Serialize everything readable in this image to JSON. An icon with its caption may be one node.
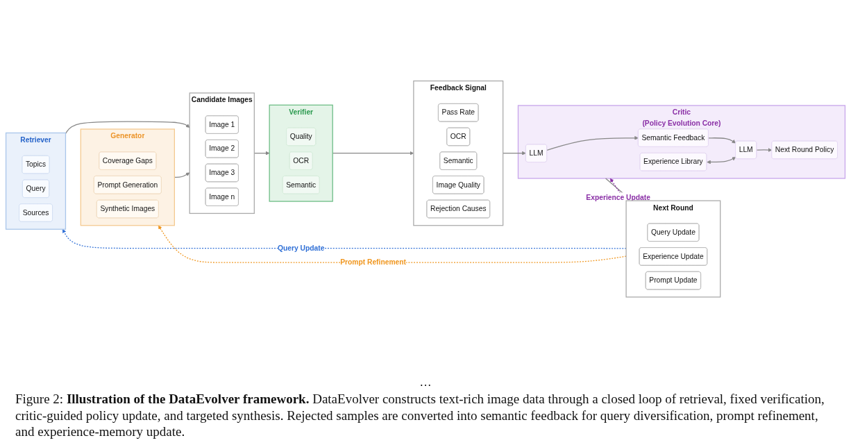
{
  "diagram": {
    "caption": "Figure 2: **Illustration of the DataEvolver framework.** DataEvolver constructs text-rich image data through a closed loop of retrieval, fixed verification, critic-guided policy update, and targeted synthesis. Rejected samples are converted into semantic feedback for query diversification, prompt refinement, and experience-memory update.",
    "nodes": [
      {
        "text": [
          "Retriever"
        ]
      },
      {
        "text": [
          "Topics"
        ],
        "in": 0
      },
      {
        "text": [
          "Query"
        ],
        "in": 0
      },
      {
        "text": [
          "Sources"
        ],
        "in": 0
      },
      {
        "text": [
          "Generator"
        ]
      },
      {
        "text": [
          "Coverage Gaps"
        ],
        "in": 4
      },
      {
        "text": [
          "Prompt Generation"
        ],
        "in": 4
      },
      {
        "text": [
          "Synthetic Images"
        ],
        "in": 4
      },
      {
        "text": [
          "Candidate Images"
        ]
      },
      {
        "text": [
          "Image 1"
        ],
        "in": 8
      },
      {
        "text": [
          "Image 2"
        ],
        "in": 8
      },
      {
        "text": [
          "Image 3"
        ],
        "in": 8
      },
      {
        "text": [
          "Image n"
        ],
        "in": 8
      },
      {
        "text": [
          "Verifier"
        ]
      },
      {
        "text": [
          "Quality"
        ],
        "in": 13
      },
      {
        "text": [
          "OCR"
        ],
        "in": 13
      },
      {
        "text": [
          "Semantic"
        ],
        "in": 13
      },
      {
        "text": [
          "Feedback Signal"
        ]
      },
      {
        "text": [
          "Pass Rate"
        ],
        "in": 17
      },
      {
        "text": [
          "OCR"
        ],
        "in": 17
      },
      {
        "text": [
          "Semantic"
        ],
        "in": 17
      },
      {
        "text": [
          "Image Quality"
        ],
        "in": 17
      },
      {
        "text": [
          "Rejection Causes"
        ],
        "in": 17
      },
      {
        "text": [
          "Critic",
          "(Policy Evolution Core)"
        ]
      },
      {
        "text": [
          "LLM"
        ],
        "in": 23
      },
      {
        "text": [
          "Semantic Feedback"
        ],
        "in": 23
      },
      {
        "text": [
          "Experience Library"
        ],
        "in": 23
      },
      {
        "text": [
          "LLM"
        ],
        "in": 23
      },
      {
        "text": [
          "Next Round Policy"
        ],
        "in": 23
      },
      {
        "text": [
          "Next Round"
        ]
      },
      {
        "text": [
          "Query Update"
        ],
        "in": 29
      },
      {
        "text": [
          "Experience Update"
        ],
        "in": 29
      },
      {
        "text": [
          "Prompt Update"
        ],
        "in": 29
      }
    ],
    "edges": [
      {
        "from": 0,
        "to": 8,
        "arrow": "to"
      },
      {
        "from": 4,
        "to": 8,
        "arrow": "to"
      },
      {
        "from": 8,
        "to": 13,
        "arrow": "to"
      },
      {
        "from": 13,
        "to": 17,
        "arrow": "to"
      },
      {
        "from": 17,
        "to": 24,
        "arrow": "to"
      },
      {
        "from": 24,
        "to": 25,
        "arrow": "to"
      },
      {
        "from": 25,
        "to": 27,
        "arrow": "to"
      },
      {
        "from": 26,
        "to": 27,
        "arrow": "both"
      },
      {
        "from": 27,
        "to": 28,
        "arrow": "to"
      },
      {
        "from": 23,
        "to": 29,
        "arrow": "to"
      },
      {
        "from": 29,
        "to": 0,
        "arrow": "to",
        "label": "Query Update",
        "style": "dashed",
        "color": "#2f6fd6"
      },
      {
        "from": 29,
        "to": 23,
        "arrow": "to",
        "label": "Experience Update",
        "style": "dashed",
        "color": "#8a2fa6"
      },
      {
        "from": 29,
        "to": 4,
        "arrow": "to",
        "label": "Prompt Refinement",
        "style": "dashed",
        "color": "#f0961e"
      }
    ],
    "labels": [
      "…"
    ]
  }
}
